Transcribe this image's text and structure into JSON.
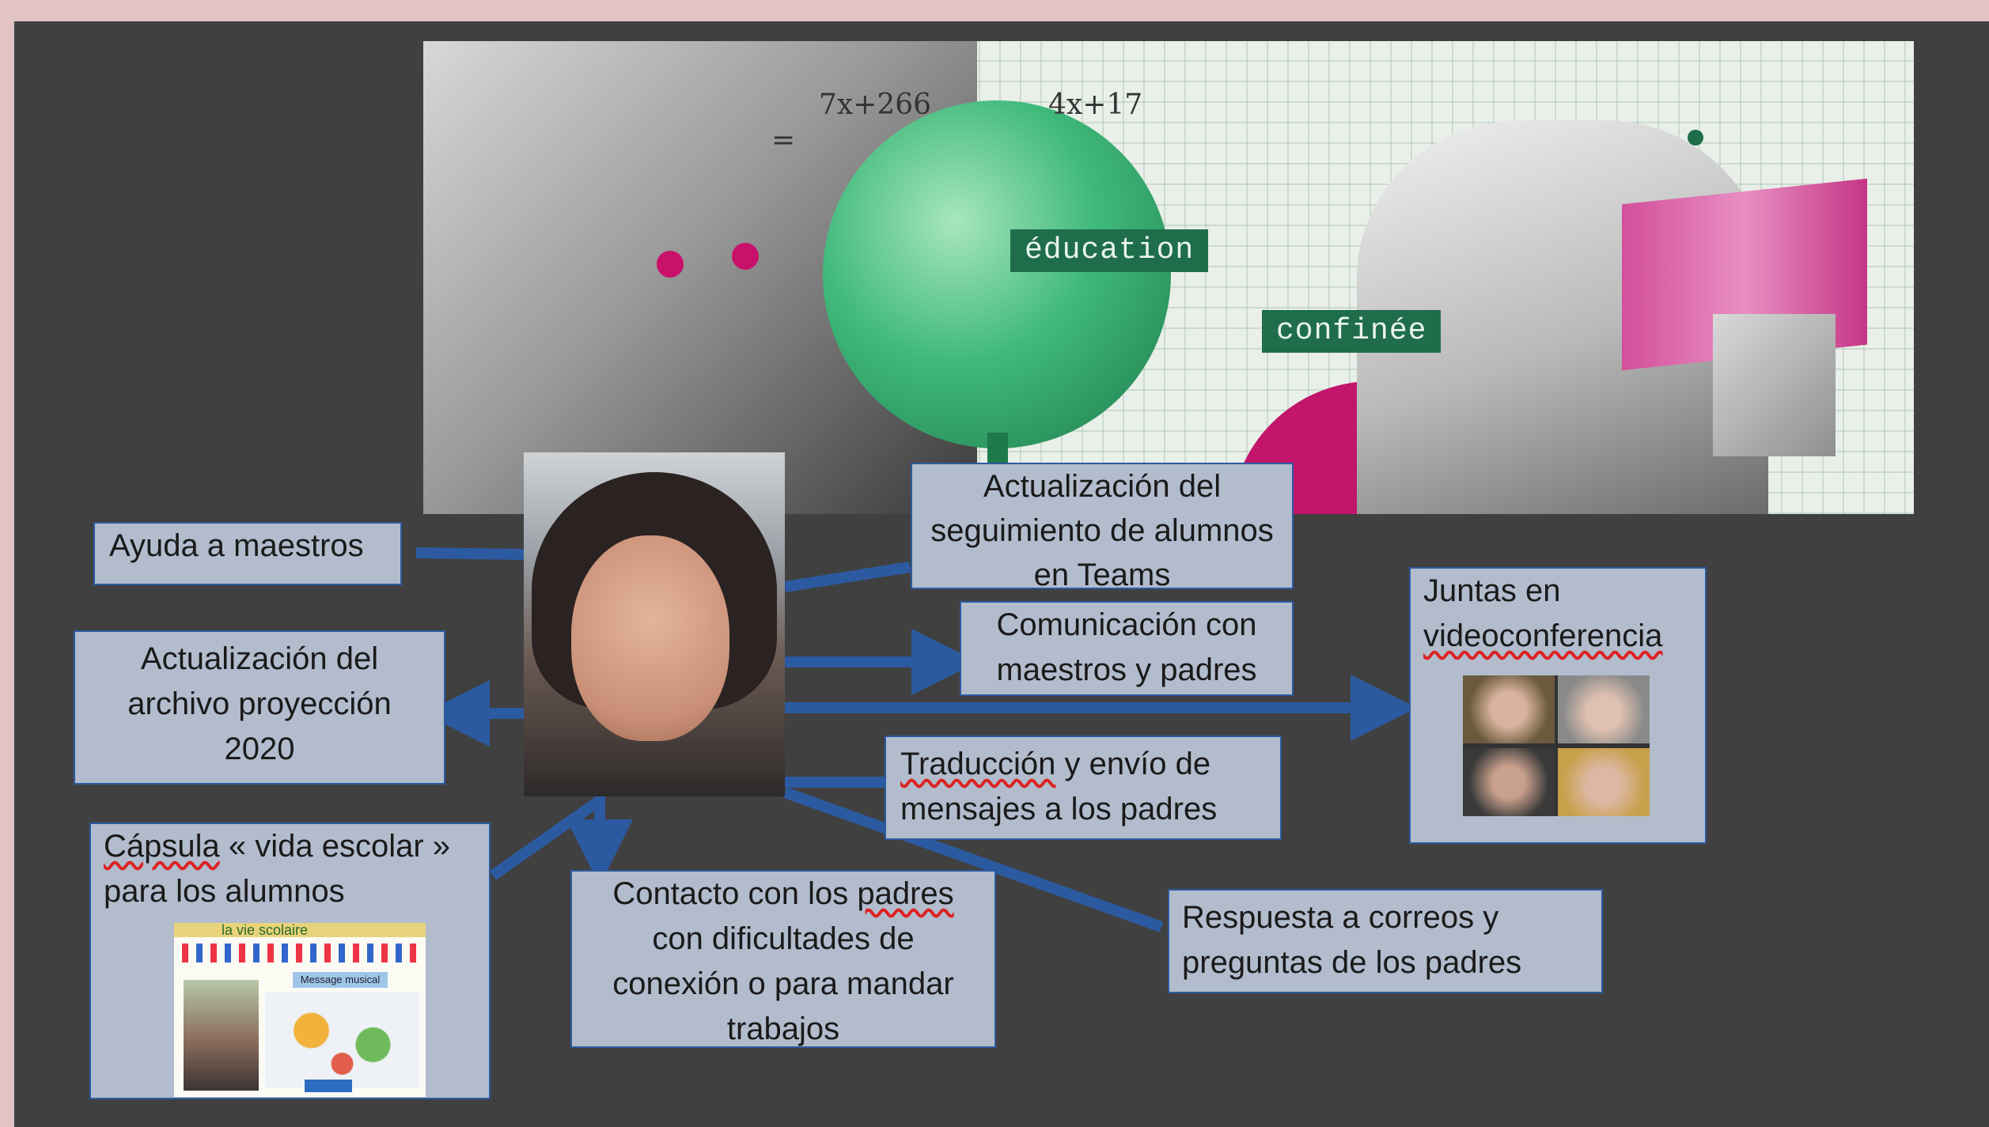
{
  "banner": {
    "tags": [
      "éducation",
      "confinée"
    ],
    "math": [
      "7x+266",
      "4x+17",
      "="
    ]
  },
  "nodes": {
    "ayuda": "Ayuda a maestros",
    "actualizacion_seguimiento": "Actualización del\nseguimiento de alumnos\nen Teams",
    "comunicacion": "Comunicación con\nmaestros y padres",
    "juntas_line1": "Juntas en",
    "juntas_line2": "videoconferencia",
    "actualizacion_archivo": "Actualización del\narchivo proyección\n2020",
    "traduccion_word": "Traducción",
    "traduccion_rest1": " y envío de",
    "traduccion_line2": "mensajes a los padres",
    "capsula_word": "Cápsula",
    "capsula_rest1": " « vida escolar »",
    "capsula_line2": "para los alumnos",
    "contacto_line1a": "Contacto con los ",
    "contacto_word": "padres",
    "contacto_rest": "con dificultades de\nconexión o para mandar\ntrabajos",
    "respuesta": "Respuesta a correos y\npreguntas de los padres"
  },
  "capsule_image": {
    "title": "la vie scolaire",
    "subtitle": "Message musical"
  },
  "colors": {
    "background": "#404040",
    "box_fill": "#b2bccd",
    "box_border": "#2c5aa0",
    "arrow": "#2c5aa0",
    "tag_green": "#1f6d4b",
    "magenta": "#c2156b"
  }
}
